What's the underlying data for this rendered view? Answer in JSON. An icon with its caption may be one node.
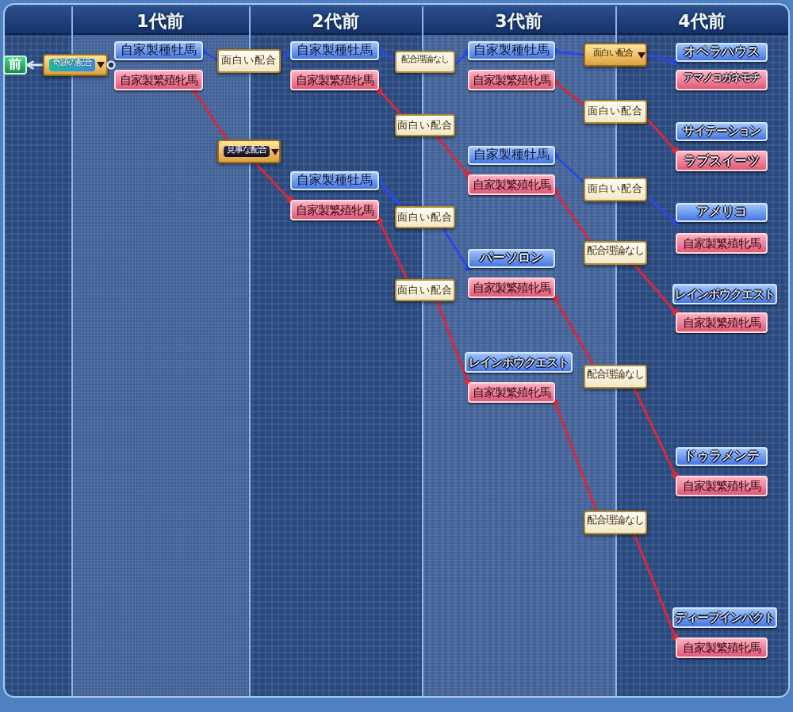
{
  "diagram": {
    "nodes": [
      {
        "text": [
          "前"
        ]
      },
      {
        "text": [
          "奇跡の配合"
        ]
      },
      {
        "text": [
          "自家製種牡馬"
        ]
      },
      {
        "text": [
          "自家製繁殖牝馬"
        ]
      },
      {
        "text": [
          "面白い配合"
        ]
      },
      {
        "text": [
          "見事な配合"
        ]
      },
      {
        "text": [
          "自家製種牡馬"
        ]
      },
      {
        "text": [
          "自家製繁殖牝馬"
        ]
      },
      {
        "text": [
          "自家製種牡馬"
        ]
      },
      {
        "text": [
          "自家製繁殖牝馬"
        ]
      },
      {
        "text": [
          "配合理論なし"
        ]
      },
      {
        "text": [
          "面白い配合"
        ]
      },
      {
        "text": [
          "面白い配合"
        ]
      },
      {
        "text": [
          "面白い配合"
        ]
      },
      {
        "text": [
          "自家製種牡馬"
        ]
      },
      {
        "text": [
          "自家製繁殖牝馬"
        ]
      },
      {
        "text": [
          "自家製種牡馬"
        ]
      },
      {
        "text": [
          "自家製繁殖牝馬"
        ]
      },
      {
        "text": [
          "パーソロン"
        ]
      },
      {
        "text": [
          "自家製繁殖牝馬"
        ]
      },
      {
        "text": [
          "レインボウクエスト"
        ]
      },
      {
        "text": [
          "自家製繁殖牝馬"
        ]
      },
      {
        "text": [
          "面白い配合"
        ]
      },
      {
        "text": [
          "面白い配合"
        ]
      },
      {
        "text": [
          "面白い配合"
        ]
      },
      {
        "text": [
          "配合理論なし"
        ]
      },
      {
        "text": [
          "配合理論なし"
        ]
      },
      {
        "text": [
          "配合理論なし"
        ]
      },
      {
        "text": [
          "オペラハウス"
        ]
      },
      {
        "text": [
          "アマノコガネモチ"
        ]
      },
      {
        "text": [
          "サイテーション"
        ]
      },
      {
        "text": [
          "ラブスイーツ"
        ]
      },
      {
        "text": [
          "アメリコ"
        ]
      },
      {
        "text": [
          "自家製繁殖牝馬"
        ]
      },
      {
        "text": [
          "レインボウクエスト"
        ]
      },
      {
        "text": [
          "自家製繁殖牝馬"
        ]
      },
      {
        "text": [
          "ドゥラメンテ"
        ]
      },
      {
        "text": [
          "自家製繁殖牝馬"
        ]
      },
      {
        "text": [
          "ディープインパクト"
        ]
      },
      {
        "text": [
          "自家製繁殖牝馬"
        ]
      }
    ],
    "edges": [
      {
        "from": 1,
        "to": 0,
        "arrow": "to",
        "color": "#d8ecff"
      },
      {
        "from": 4,
        "to": 2,
        "arrow": "other",
        "color": "#2a48e8"
      },
      {
        "from": 4,
        "to": 6,
        "arrow": "other",
        "color": "#2a48e8"
      },
      {
        "from": 5,
        "to": 3,
        "arrow": "other",
        "color": "#d8283c"
      },
      {
        "from": 5,
        "to": 9,
        "arrow": "other",
        "color": "#d8283c"
      },
      {
        "from": 10,
        "to": 6,
        "arrow": "other",
        "color": "#2a48e8"
      },
      {
        "from": 10,
        "to": 14,
        "arrow": "other",
        "color": "#2a48e8"
      },
      {
        "from": 11,
        "to": 7,
        "arrow": "other",
        "color": "#d8283c"
      },
      {
        "from": 11,
        "to": 17,
        "arrow": "other",
        "color": "#d8283c"
      },
      {
        "from": 12,
        "to": 8,
        "arrow": "other",
        "color": "#2a48e8"
      },
      {
        "from": 12,
        "to": 18,
        "arrow": "other",
        "color": "#2a48e8"
      },
      {
        "from": 13,
        "to": 9,
        "arrow": "other",
        "color": "#d8283c"
      },
      {
        "from": 13,
        "to": 21,
        "arrow": "other",
        "color": "#d8283c"
      },
      {
        "from": 22,
        "to": 14,
        "arrow": "other",
        "color": "#2a48e8"
      },
      {
        "from": 22,
        "to": 28,
        "arrow": "other",
        "color": "#2a48e8"
      },
      {
        "from": 23,
        "to": 15,
        "arrow": "other",
        "color": "#d8283c"
      },
      {
        "from": 23,
        "to": 31,
        "arrow": "other",
        "color": "#d8283c"
      },
      {
        "from": 24,
        "to": 16,
        "arrow": "other",
        "color": "#2a48e8"
      },
      {
        "from": 24,
        "to": 32,
        "arrow": "other",
        "color": "#2a48e8"
      },
      {
        "from": 25,
        "to": 17,
        "arrow": "other",
        "color": "#d8283c"
      },
      {
        "from": 25,
        "to": 35,
        "arrow": "other",
        "color": "#d8283c"
      },
      {
        "from": 26,
        "to": 19,
        "arrow": "other",
        "color": "#d8283c"
      },
      {
        "from": 26,
        "to": 37,
        "arrow": "other",
        "color": "#d8283c"
      },
      {
        "from": 27,
        "to": 21,
        "arrow": "other",
        "color": "#d8283c"
      },
      {
        "from": 27,
        "to": 39,
        "arrow": "other",
        "color": "#d8283c"
      }
    ],
    "labels": [
      "1代前",
      "2代前",
      "3代前",
      "4代前"
    ]
  }
}
